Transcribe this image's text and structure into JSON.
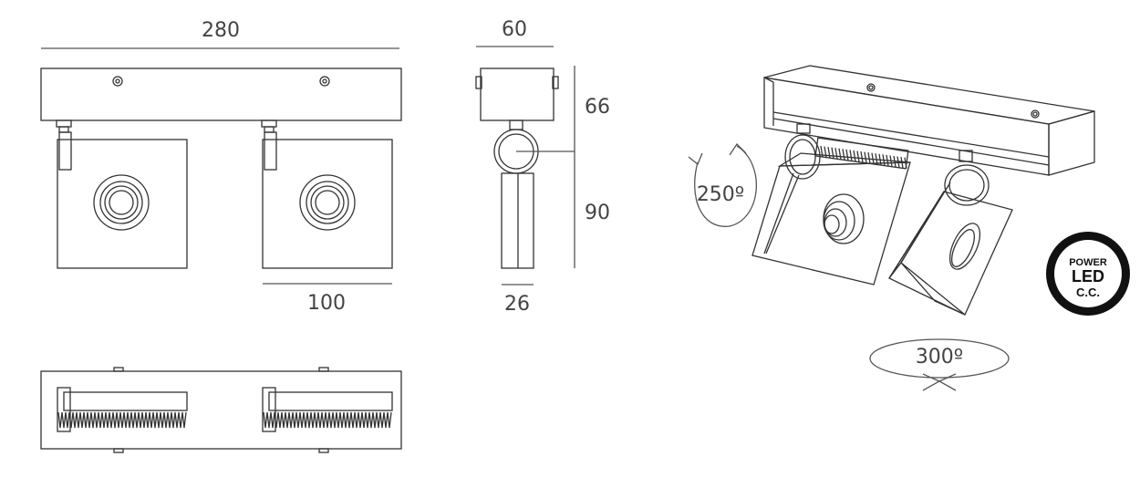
{
  "dimensions": {
    "total_length": "280",
    "depth": "60",
    "body_height": "66",
    "head_height": "90",
    "head_width": "100",
    "arm_width": "26"
  },
  "rotation": {
    "tilt": "250º",
    "pan": "300º"
  },
  "badge": {
    "line1": "POWER",
    "line2": "LED",
    "line3": "C.C."
  },
  "colors": {
    "line": "#333333",
    "dim": "#555555",
    "badge_ring": "#111111"
  }
}
